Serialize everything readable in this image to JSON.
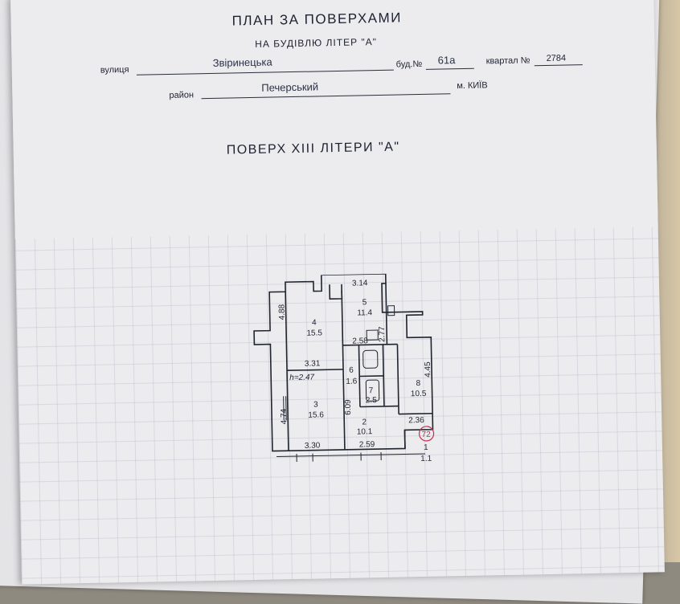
{
  "header": {
    "title": "ПЛАН ЗА ПОВЕРХАМИ",
    "subtitle": "НА БУДІВЛЮ ЛІТЕР \"А\""
  },
  "address": {
    "street_label": "вулиця",
    "street_value": "Звіринецька",
    "building_label": "буд.№",
    "building_value": "61а",
    "quarter_label": "квартал №",
    "quarter_value": "2784",
    "district_label": "район",
    "district_value": "Печерський",
    "city_label": "м. КИЇВ"
  },
  "floor_title": "ПОВЕРХ  XIII ЛІТЕРИ \"А\"",
  "plan": {
    "ceiling_height": "h=2.47",
    "rooms": [
      {
        "number": "1",
        "area": "1.1"
      },
      {
        "number": "2",
        "area": "10.1"
      },
      {
        "number": "3",
        "area": "15.6"
      },
      {
        "number": "4",
        "area": "15.5"
      },
      {
        "number": "5",
        "area": "11.4"
      },
      {
        "number": "6",
        "area": "1.6"
      },
      {
        "number": "7",
        "area": "2.5"
      },
      {
        "number": "8",
        "area": "10.5"
      }
    ],
    "dimensions": {
      "d_3_14": "3.14",
      "d_4_88": "4.88",
      "d_2_77": "2.77",
      "d_2_58": "2.58",
      "d_3_31": "3.31",
      "d_4_45": "4.45",
      "d_6_09": "6.09",
      "d_4_74": "4.74",
      "d_2_36": "2.36",
      "d_3_30": "3.30",
      "d_2_59": "2.59"
    },
    "stamp": "72"
  }
}
